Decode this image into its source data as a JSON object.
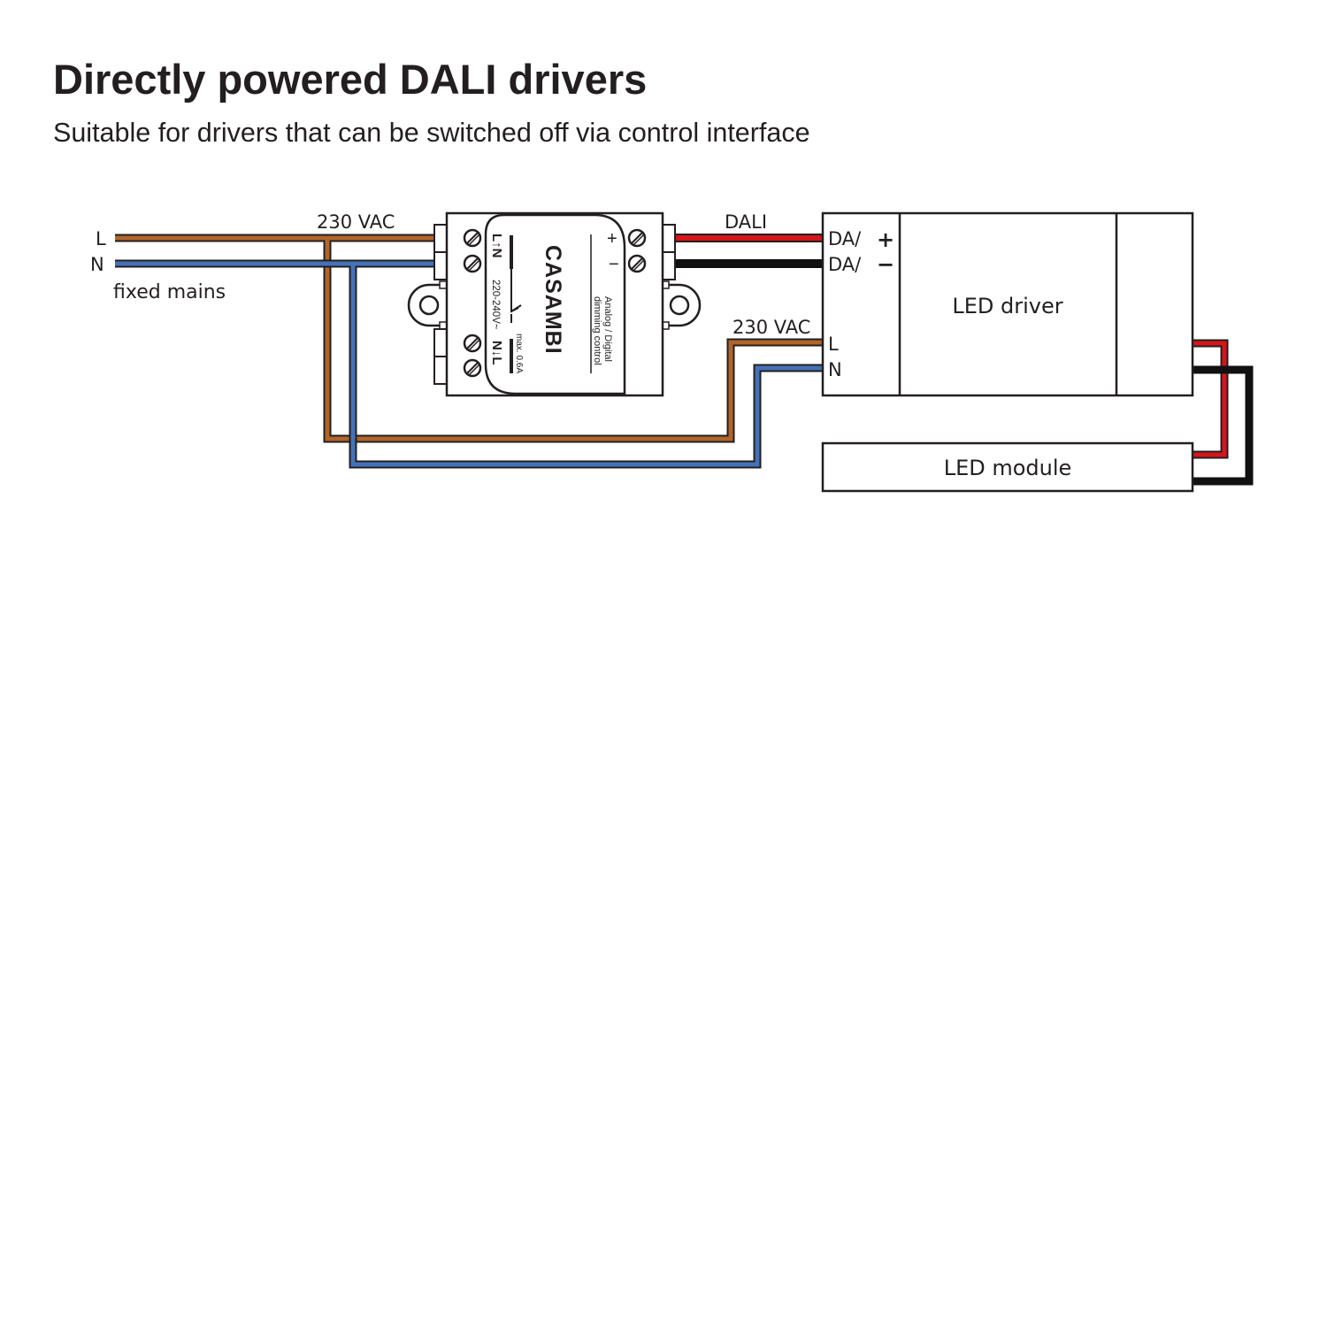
{
  "header": {
    "title": "Directly powered DALI drivers",
    "subtitle": "Suitable for drivers that can be switched off via control interface"
  },
  "mains": {
    "l_label": "L",
    "n_label": "N",
    "caption": "fixed mains",
    "voltage_label": "230 VAC"
  },
  "casambi_module": {
    "brand": "CASAMBI",
    "input_label_top": "L↑N",
    "input_label_bottom": "N↓L",
    "voltage_rating": "220-240V~",
    "current_rating": "max. 0.6A",
    "control_line1": "Analog / Digital",
    "control_line2": "dimming control",
    "plus": "+",
    "minus": "−"
  },
  "dali_bus": {
    "label": "DALI"
  },
  "led_driver": {
    "title": "LED driver",
    "da_plus_label": "DA/",
    "da_plus_sign": "+",
    "da_minus_label": "DA/",
    "da_minus_sign": "−",
    "l_label": "L",
    "n_label": "N",
    "supply_label": "230 VAC"
  },
  "led_module": {
    "title": "LED module"
  },
  "colors": {
    "live_wire": "#b0652a",
    "neutral_wire": "#4472b8",
    "dali_plus_wire": "#d7141a",
    "dali_minus_wire": "#111111",
    "outline": "#231f20"
  }
}
